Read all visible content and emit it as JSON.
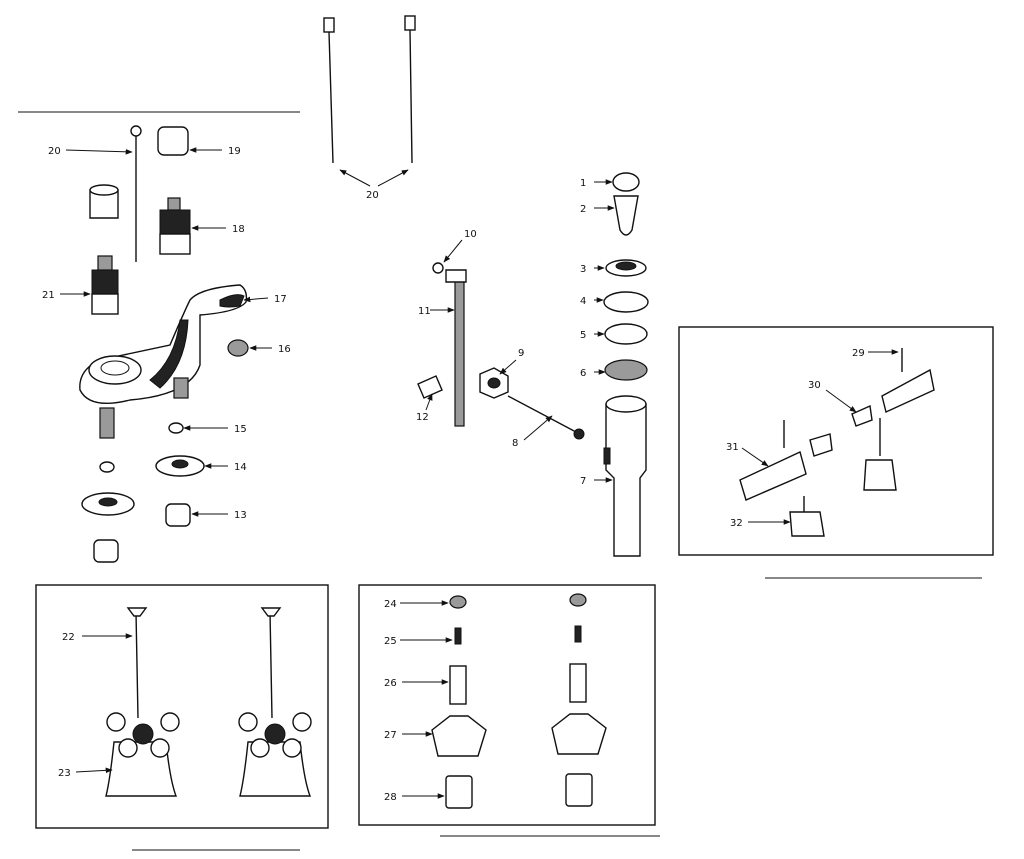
{
  "labels": [
    "1",
    "2",
    "3",
    "4",
    "5",
    "6",
    "7",
    "8",
    "9",
    "10",
    "11",
    "12",
    "13",
    "14",
    "15",
    "16",
    "17",
    "18",
    "19",
    "20",
    "20",
    "21",
    "22",
    "23",
    "24",
    "25",
    "26",
    "27",
    "28",
    "29",
    "30",
    "31",
    "32"
  ],
  "colors": {
    "ink": "#111111",
    "paper": "#ffffff",
    "shade": "#9a9a9a"
  }
}
